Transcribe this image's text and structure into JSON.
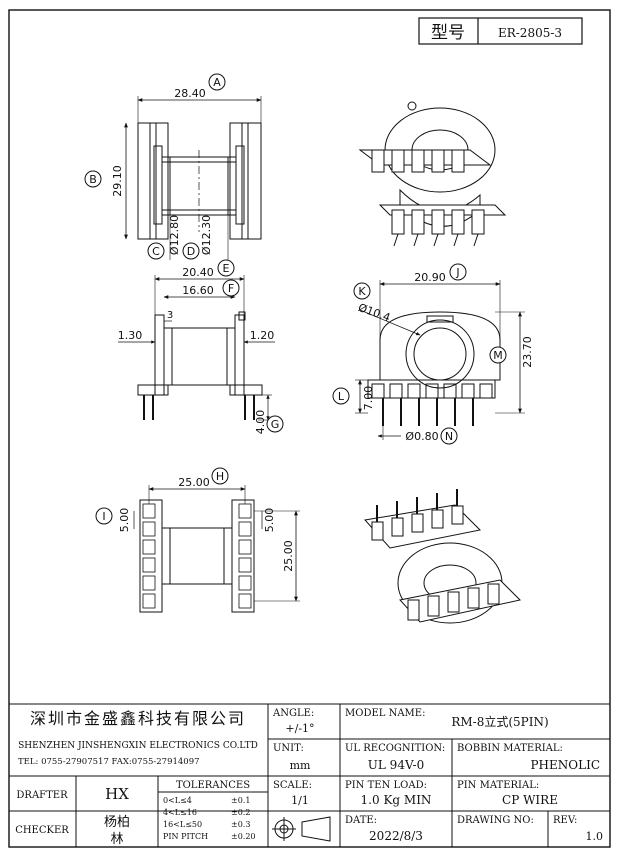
{
  "header": {
    "model_label": "型号",
    "model_code": "ER-2805-3"
  },
  "dimensions": {
    "A": {
      "letter": "A",
      "value": "28.40"
    },
    "B": {
      "letter": "B",
      "value": "29.10"
    },
    "C": {
      "letter": "C",
      "value": "Ø12.80"
    },
    "D": {
      "letter": "D",
      "value": "Ø12.30"
    },
    "E": {
      "letter": "E",
      "value": "20.40"
    },
    "F": {
      "letter": "F",
      "value": "16.60"
    },
    "G": {
      "letter": "G",
      "value": "4.00"
    },
    "H": {
      "letter": "H",
      "value": "25.00"
    },
    "I": {
      "letter": "I",
      "value": "5.00"
    },
    "J": {
      "letter": "J",
      "value": "20.90"
    },
    "K": {
      "letter": "K",
      "value": "Ø10.4"
    },
    "L": {
      "letter": "L",
      "value": "7.00"
    },
    "M": {
      "letter": "M",
      "value": "23.70"
    },
    "N": {
      "letter": "N",
      "value": "Ø0.80"
    },
    "extra": {
      "slot_3": "3",
      "wall_left": "1.30",
      "wall_right": "1.20",
      "pitch_right": "5.00",
      "height_right": "25.00"
    }
  },
  "title_block": {
    "company_cn": "深圳市金盛鑫科技有限公司",
    "company_en": "SHENZHEN JINSHENGXIN ELECTRONICS CO.LTD",
    "contact": "TEL: 0755-27907517   FAX:0755-27914097",
    "angle_label": "ANGLE:",
    "angle_value": "+/-1°",
    "model_name_label": "MODEL NAME:",
    "model_name_value": "RM-8立式(5PIN)",
    "unit_label": "UNIT:",
    "unit_value": "mm",
    "ul_label": "UL RECOGNITION:",
    "ul_value": "UL 94V-0",
    "bobbin_label": "BOBBIN MATERIAL:",
    "bobbin_value": "PHENOLIC",
    "drafter_label": "DRAFTER",
    "drafter_value": "HX",
    "tolerances_label": "TOLERANCES",
    "tolerances": [
      {
        "range": "0<L≤4",
        "tol": "±0.1"
      },
      {
        "range": "4<L≤16",
        "tol": "±0.2"
      },
      {
        "range": "16<L≤50",
        "tol": "±0.3"
      },
      {
        "range": "PIN PITCH",
        "tol": "±0.20"
      }
    ],
    "scale_label": "SCALE:",
    "scale_value": "1/1",
    "pin_load_label": "PIN TEN LOAD:",
    "pin_load_value": "1.0 Kg MIN",
    "pin_material_label": "PIN MATERIAL:",
    "pin_material_value": "CP WIRE",
    "checker_label": "CHECKER",
    "checker_value_1": "杨柏",
    "checker_value_2": "林",
    "date_label": "DATE:",
    "date_value": "2022/8/3",
    "drawing_no_label": "DRAWING NO:",
    "drawing_no_value": "",
    "rev_label": "REV:",
    "rev_value": "1.0"
  }
}
